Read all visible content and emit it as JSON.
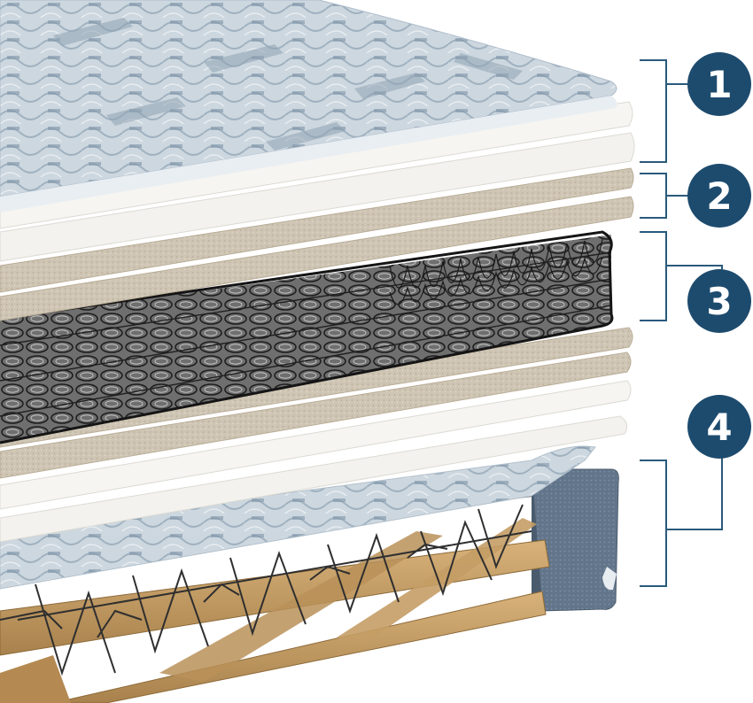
{
  "colors": {
    "badge": "#1d4b6e",
    "bracket": "#2a5a7c",
    "quilt": "#c7d2da",
    "quilt_pattern": "#8fa3b3",
    "foam": "#f3f2ee",
    "fiber": "#cfc5b4",
    "coil": "#2b2b2b",
    "wood": "#c9a26b",
    "fabric": "#5f7184"
  },
  "callouts": [
    {
      "number": "1"
    },
    {
      "number": "2"
    },
    {
      "number": "3"
    },
    {
      "number": "4"
    }
  ]
}
